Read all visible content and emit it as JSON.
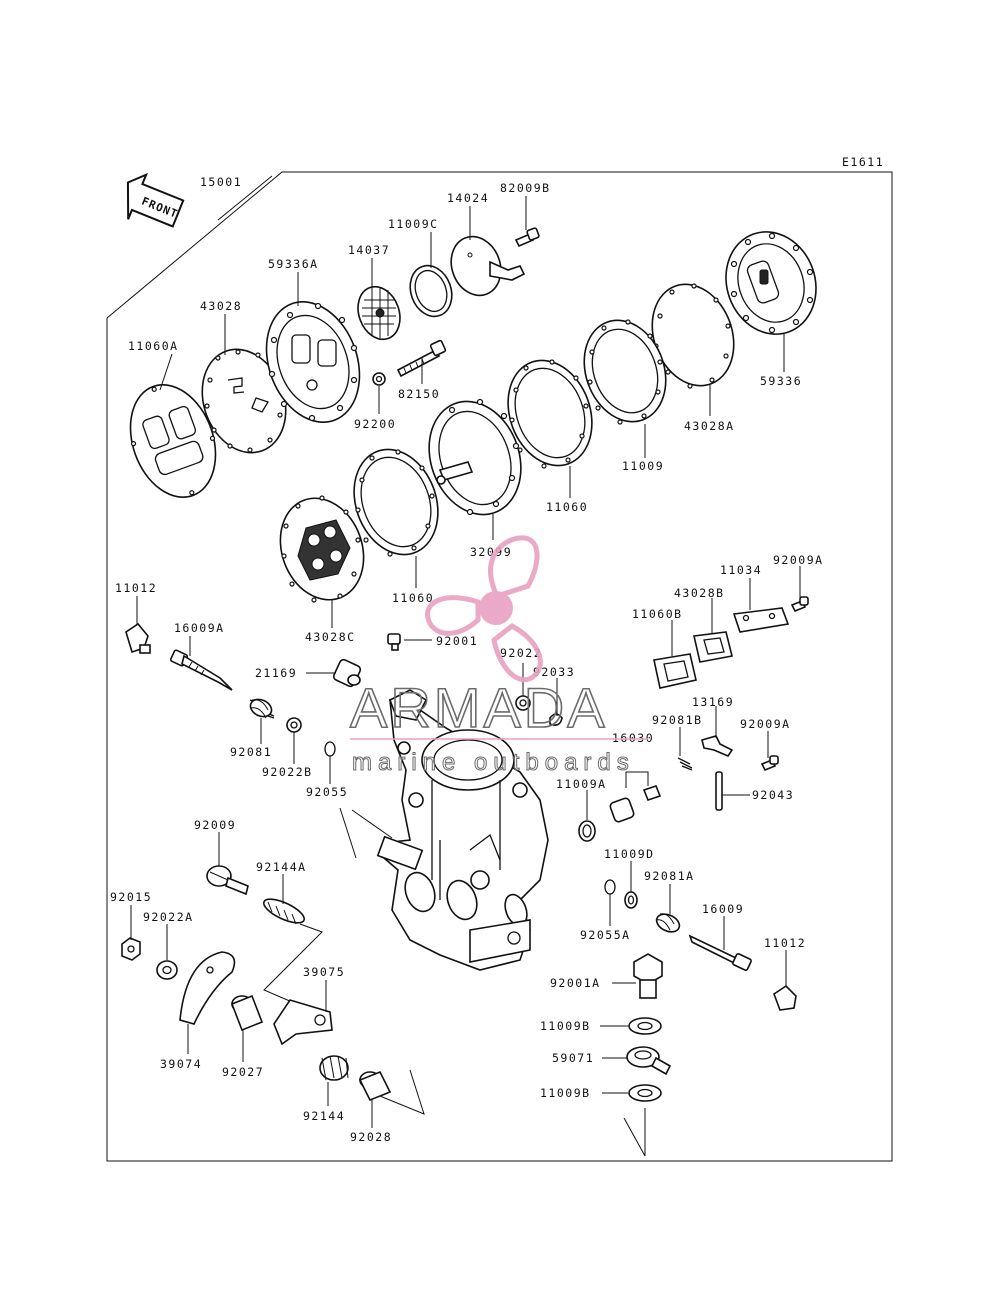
{
  "diagram_code": "E1611",
  "front_label": "FRONT",
  "watermark": {
    "name": "ARMADA",
    "tagline": "marine outboards",
    "accent_color": "#e8a0c0",
    "text_color": "#6b6b6b"
  },
  "parts": {
    "p15001": "15001",
    "p14024": "14024",
    "p82009B": "82009B",
    "p11009C": "11009C",
    "p14037": "14037",
    "p59336A": "59336A",
    "p43028": "43028",
    "p11060A": "11060A",
    "p82150": "82150",
    "p92200": "92200",
    "p59336": "59336",
    "p43028A": "43028A",
    "p11009": "11009",
    "p11060_top": "11060",
    "p32099": "32099",
    "p11060_mid": "11060",
    "p43028C": "43028C",
    "p11012_left": "11012",
    "p16009A": "16009A",
    "p92001": "92001",
    "p92022": "92022",
    "p92033": "92033",
    "p21169": "21169",
    "p92081": "92081",
    "p92022B": "92022B",
    "p92055": "92055",
    "p11034": "11034",
    "p92009A_top": "92009A",
    "p43028B": "43028B",
    "p11060B": "11060B",
    "p13169": "13169",
    "p92081B": "92081B",
    "p92009A_mid": "92009A",
    "p16030": "16030",
    "p11009A": "11009A",
    "p92043": "92043",
    "p11009D": "11009D",
    "p92081A": "92081A",
    "p16009": "16009",
    "p92055A": "92055A",
    "p11012_right": "11012",
    "p92001A": "92001A",
    "p11009B_top": "11009B",
    "p59071": "59071",
    "p11009B_bot": "11009B",
    "p92009": "92009",
    "p92144A": "92144A",
    "p92015": "92015",
    "p92022A": "92022A",
    "p39075": "39075",
    "p39074": "39074",
    "p92027": "92027",
    "p92144": "92144",
    "p92028": "92028"
  }
}
